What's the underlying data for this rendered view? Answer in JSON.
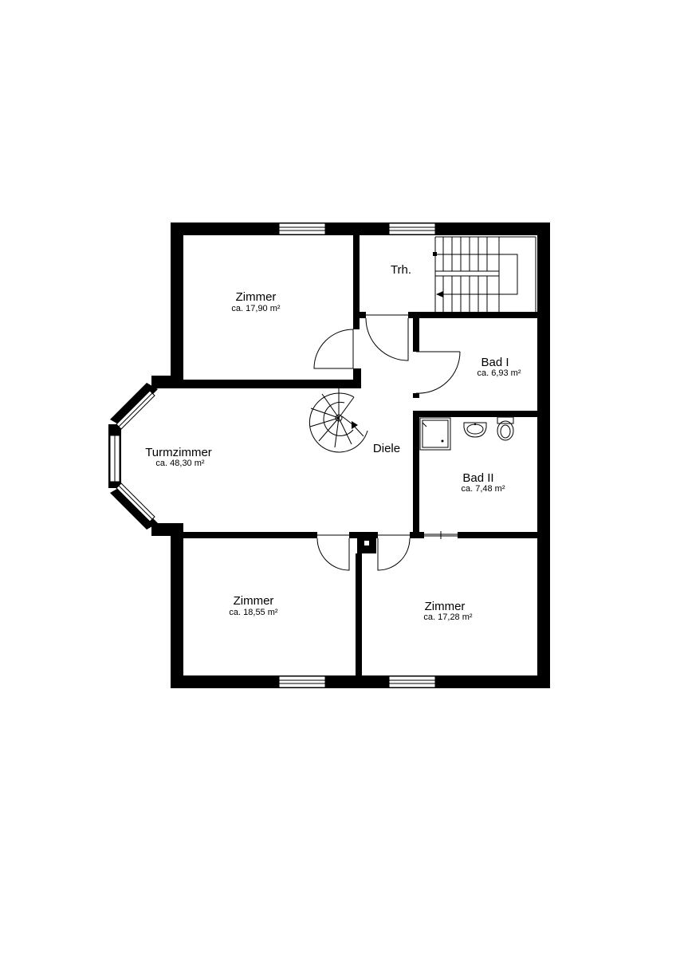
{
  "floorplan": {
    "wall_color": "#000000",
    "background_color": "#ffffff",
    "rooms": [
      {
        "id": "zimmer-nw",
        "name": "Zimmer",
        "area": "ca. 17,90 m²"
      },
      {
        "id": "treppenhaus",
        "name": "Trh.",
        "area": ""
      },
      {
        "id": "bad-1",
        "name": "Bad I",
        "area": "ca. 6,93 m²"
      },
      {
        "id": "turmzimmer",
        "name": "Turmzimmer",
        "area": "ca. 48,30 m²"
      },
      {
        "id": "diele",
        "name": "Diele",
        "area": ""
      },
      {
        "id": "bad-2",
        "name": "Bad II",
        "area": "ca. 7,48 m²"
      },
      {
        "id": "zimmer-sw",
        "name": "Zimmer",
        "area": "ca. 18,55 m²"
      },
      {
        "id": "zimmer-se",
        "name": "Zimmer",
        "area": "ca. 17,28 m²"
      }
    ]
  }
}
